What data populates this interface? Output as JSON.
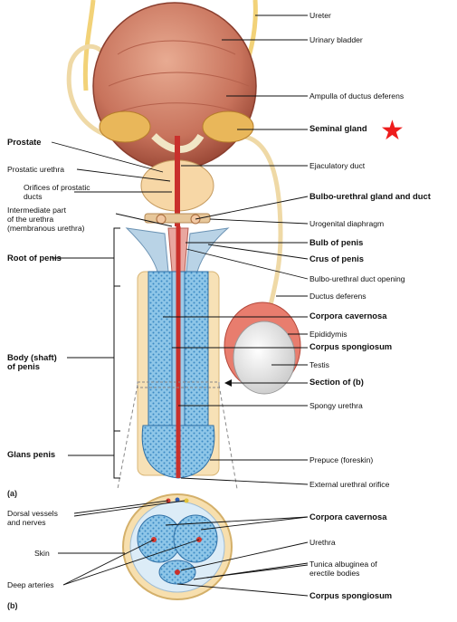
{
  "labels": {
    "ureter": "Ureter",
    "bladder": "Urinary bladder",
    "ampulla": "Ampulla of ductus deferens",
    "seminal": "Seminal gland",
    "prostate": "Prostate",
    "prostatic_urethra": "Prostatic urethra",
    "orifices": "Orifices of prostatic\nducts",
    "intermediate": "Intermediate part\nof the urethra\n(membranous urethra)",
    "ejaculatory": "Ejaculatory duct",
    "bulbo_gland": "Bulbo-urethral gland and duct",
    "urogenital": "Urogenital diaphragm",
    "bulb": "Bulb of penis",
    "crus": "Crus of penis",
    "bulbo_opening": "Bulbo-urethral duct opening",
    "root": "Root of penis",
    "ductus": "Ductus deferens",
    "corpora_a": "Corpora cavernosa",
    "epididymis": "Epididymis",
    "spongiosum_a": "Corpus spongiosum",
    "body": "Body (shaft)\nof penis",
    "testis": "Testis",
    "section": "Section of (b)",
    "spongy": "Spongy urethra",
    "glans": "Glans penis",
    "prepuce": "Prepuce (foreskin)",
    "external": "External urethral orifice",
    "panel_a": "(a)",
    "dorsal": "Dorsal vessels\nand nerves",
    "corpora_b": "Corpora cavernosa",
    "skin": "Skin",
    "urethra_b": "Urethra",
    "tunica": "Tunica albuginea of\nerectile bodies",
    "deep": "Deep arteries",
    "spongiosum_b": "Corpus spongiosum",
    "panel_b": "(b)"
  },
  "marker": {
    "symbol": "★",
    "color": "#ee1c1c"
  }
}
